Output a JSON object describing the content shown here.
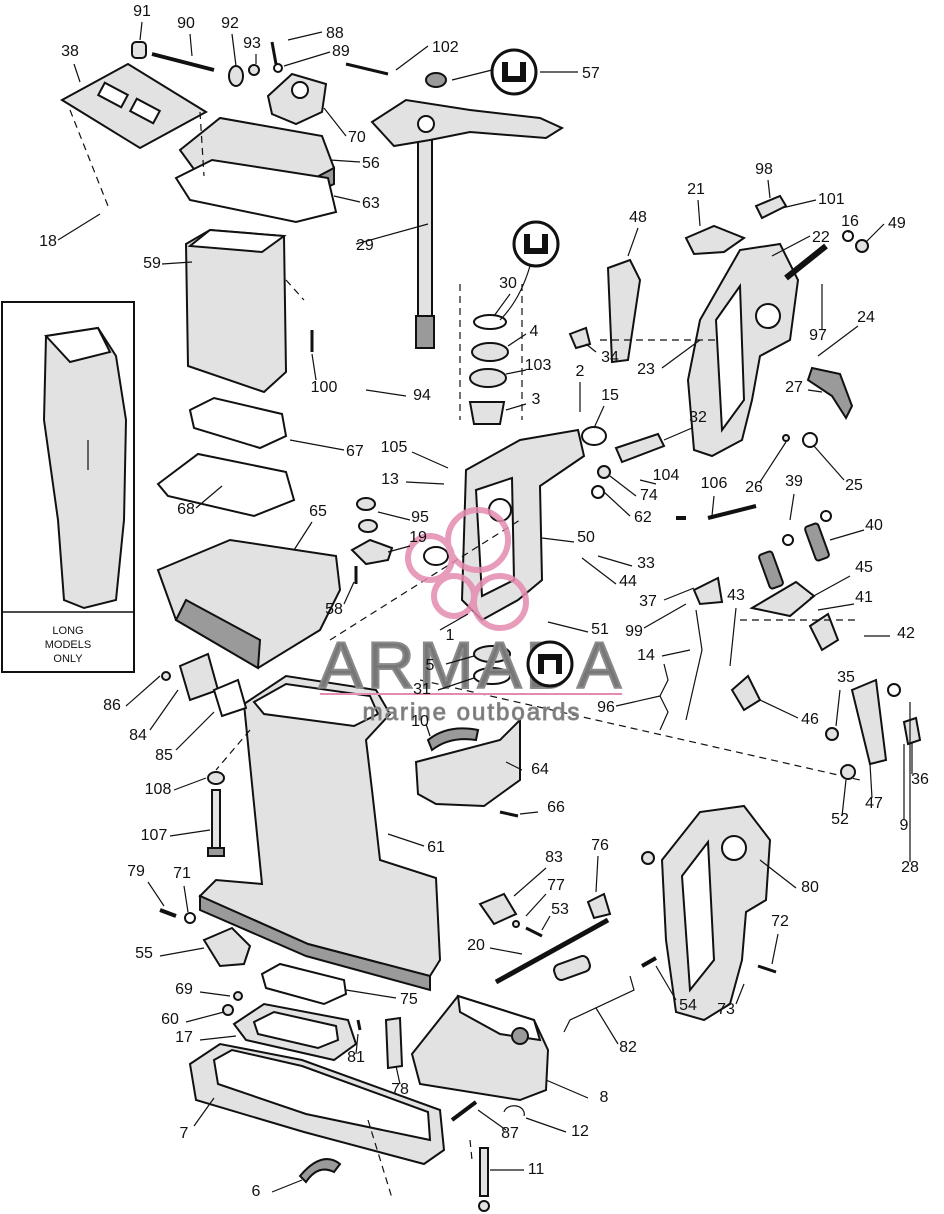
{
  "watermark": {
    "brand": "ARMADA",
    "tagline": "marine outboards",
    "brand_color": "#8a8a8a",
    "logo_color": "#e58bb0"
  },
  "inset": {
    "note_lines": [
      "LONG",
      "MODELS",
      "ONLY"
    ]
  },
  "callouts": [
    {
      "id": "91",
      "text": "91"
    },
    {
      "id": "90",
      "text": "90"
    },
    {
      "id": "92",
      "text": "92"
    },
    {
      "id": "93",
      "text": "93"
    },
    {
      "id": "88",
      "text": "88"
    },
    {
      "id": "89",
      "text": "89"
    },
    {
      "id": "102",
      "text": "102"
    },
    {
      "id": "57",
      "text": "57"
    },
    {
      "id": "38",
      "text": "38"
    },
    {
      "id": "70",
      "text": "70"
    },
    {
      "id": "56",
      "text": "56"
    },
    {
      "id": "63",
      "text": "63"
    },
    {
      "id": "18",
      "text": "18"
    },
    {
      "id": "29",
      "text": "29"
    },
    {
      "id": "98",
      "text": "98"
    },
    {
      "id": "21",
      "text": "21"
    },
    {
      "id": "101",
      "text": "101"
    },
    {
      "id": "16",
      "text": "16"
    },
    {
      "id": "49",
      "text": "49"
    },
    {
      "id": "48",
      "text": "48"
    },
    {
      "id": "22",
      "text": "22"
    },
    {
      "id": "59",
      "text": "59"
    },
    {
      "id": "30",
      "text": "30"
    },
    {
      "id": "24",
      "text": "24"
    },
    {
      "id": "4",
      "text": "4"
    },
    {
      "id": "97",
      "text": "97"
    },
    {
      "id": "34",
      "text": "34"
    },
    {
      "id": "103",
      "text": "103"
    },
    {
      "id": "23",
      "text": "23"
    },
    {
      "id": "100",
      "text": "100"
    },
    {
      "id": "94",
      "text": "94"
    },
    {
      "id": "27",
      "text": "27"
    },
    {
      "id": "3",
      "text": "3"
    },
    {
      "id": "2",
      "text": "2"
    },
    {
      "id": "15",
      "text": "15"
    },
    {
      "id": "32",
      "text": "32"
    },
    {
      "id": "67",
      "text": "67"
    },
    {
      "id": "105",
      "text": "105"
    },
    {
      "id": "26",
      "text": "26"
    },
    {
      "id": "25",
      "text": "25"
    },
    {
      "id": "13",
      "text": "13"
    },
    {
      "id": "104",
      "text": "104"
    },
    {
      "id": "74",
      "text": "74"
    },
    {
      "id": "106",
      "text": "106"
    },
    {
      "id": "39",
      "text": "39"
    },
    {
      "id": "68",
      "text": "68"
    },
    {
      "id": "65",
      "text": "65"
    },
    {
      "id": "95",
      "text": "95"
    },
    {
      "id": "62",
      "text": "62"
    },
    {
      "id": "40",
      "text": "40"
    },
    {
      "id": "19",
      "text": "19"
    },
    {
      "id": "50",
      "text": "50"
    },
    {
      "id": "33",
      "text": "33"
    },
    {
      "id": "45",
      "text": "45"
    },
    {
      "id": "44",
      "text": "44"
    },
    {
      "id": "58",
      "text": "58"
    },
    {
      "id": "37",
      "text": "37"
    },
    {
      "id": "43",
      "text": "43"
    },
    {
      "id": "41",
      "text": "41"
    },
    {
      "id": "1",
      "text": "1"
    },
    {
      "id": "51",
      "text": "51"
    },
    {
      "id": "99",
      "text": "99"
    },
    {
      "id": "42",
      "text": "42"
    },
    {
      "id": "14",
      "text": "14"
    },
    {
      "id": "35",
      "text": "35"
    },
    {
      "id": "5",
      "text": "5"
    },
    {
      "id": "31",
      "text": "31"
    },
    {
      "id": "86",
      "text": "86"
    },
    {
      "id": "96",
      "text": "96"
    },
    {
      "id": "46",
      "text": "46"
    },
    {
      "id": "84",
      "text": "84"
    },
    {
      "id": "10",
      "text": "10"
    },
    {
      "id": "85",
      "text": "85"
    },
    {
      "id": "36",
      "text": "36"
    },
    {
      "id": "64",
      "text": "64"
    },
    {
      "id": "108",
      "text": "108"
    },
    {
      "id": "66",
      "text": "66"
    },
    {
      "id": "47",
      "text": "47"
    },
    {
      "id": "9",
      "text": "9"
    },
    {
      "id": "107",
      "text": "107"
    },
    {
      "id": "61",
      "text": "61"
    },
    {
      "id": "52",
      "text": "52"
    },
    {
      "id": "28",
      "text": "28"
    },
    {
      "id": "80",
      "text": "80"
    },
    {
      "id": "79",
      "text": "79"
    },
    {
      "id": "71",
      "text": "71"
    },
    {
      "id": "83",
      "text": "83"
    },
    {
      "id": "76",
      "text": "76"
    },
    {
      "id": "77",
      "text": "77"
    },
    {
      "id": "53",
      "text": "53"
    },
    {
      "id": "72",
      "text": "72"
    },
    {
      "id": "55",
      "text": "55"
    },
    {
      "id": "20",
      "text": "20"
    },
    {
      "id": "54",
      "text": "54"
    },
    {
      "id": "73",
      "text": "73"
    },
    {
      "id": "69",
      "text": "69"
    },
    {
      "id": "75",
      "text": "75"
    },
    {
      "id": "60",
      "text": "60"
    },
    {
      "id": "17",
      "text": "17"
    },
    {
      "id": "82",
      "text": "82"
    },
    {
      "id": "81",
      "text": "81"
    },
    {
      "id": "78",
      "text": "78"
    },
    {
      "id": "8",
      "text": "8"
    },
    {
      "id": "7",
      "text": "7"
    },
    {
      "id": "87",
      "text": "87"
    },
    {
      "id": "12",
      "text": "12"
    },
    {
      "id": "11",
      "text": "11"
    },
    {
      "id": "6",
      "text": "6"
    }
  ]
}
